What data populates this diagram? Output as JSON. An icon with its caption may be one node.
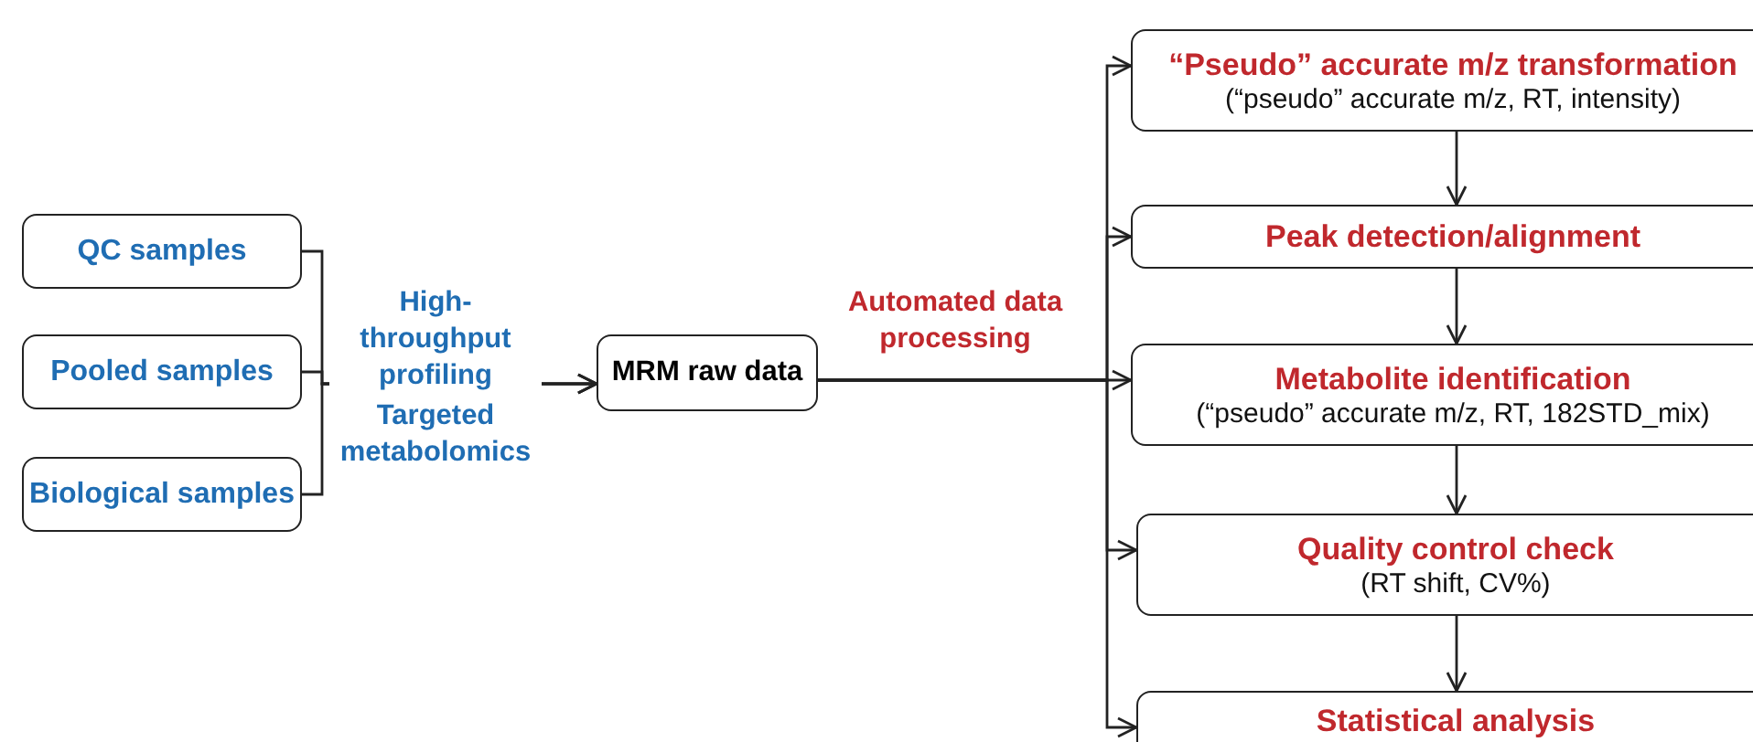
{
  "diagram": {
    "nodes": [
      {
        "text": [
          "QC samples"
        ]
      },
      {
        "text": [
          "Pooled samples"
        ]
      },
      {
        "text": [
          "Biological samples"
        ]
      },
      {
        "text": [
          "MRM raw data"
        ]
      },
      {
        "text": [
          "“Pseudo” accurate m/z transformation",
          "(“pseudo” accurate m/z, RT, intensity)"
        ]
      },
      {
        "text": [
          "Peak detection/alignment"
        ]
      },
      {
        "text": [
          "Metabolite identification",
          "(“pseudo” accurate m/z, RT, 182STD_mix)"
        ]
      },
      {
        "text": [
          "Quality control check",
          "(RT shift, CV%)"
        ]
      },
      {
        "text": [
          "Statistical analysis"
        ]
      }
    ],
    "edges": [
      {
        "from": 0,
        "to": 3,
        "arrow": "to",
        "label": "High-throughput profiling"
      },
      {
        "from": 1,
        "to": 3,
        "arrow": "to"
      },
      {
        "from": 2,
        "to": 3,
        "arrow": "to"
      },
      {
        "from": 3,
        "to": 4,
        "arrow": "to",
        "label": "Automated data processing"
      },
      {
        "from": 3,
        "to": 5,
        "arrow": "to"
      },
      {
        "from": 3,
        "to": 6,
        "arrow": "to"
      },
      {
        "from": 3,
        "to": 7,
        "arrow": "to"
      },
      {
        "from": 3,
        "to": 8,
        "arrow": "to"
      },
      {
        "from": 4,
        "to": 5,
        "arrow": "to"
      },
      {
        "from": 5,
        "to": 6,
        "arrow": "to"
      },
      {
        "from": 6,
        "to": 7,
        "arrow": "to"
      },
      {
        "from": 7,
        "to": 8,
        "arrow": "to"
      }
    ],
    "labels": [
      "Targeted metabolomics"
    ]
  }
}
